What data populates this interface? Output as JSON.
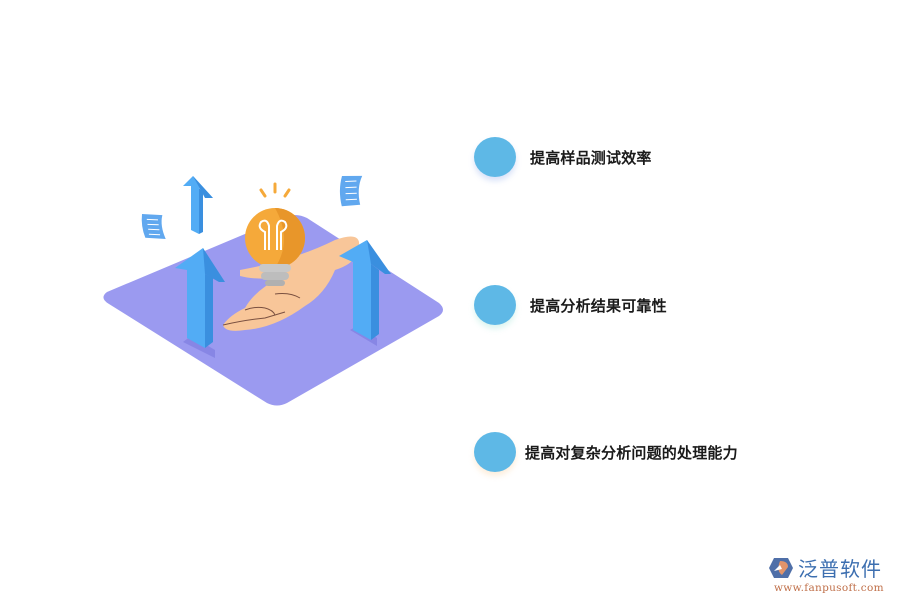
{
  "illustration": {
    "description": "isometric purple platform with hand holding a light bulb and blue up-arrows",
    "icons": [
      "platform",
      "light-bulb-icon",
      "hand",
      "up-arrow-icon",
      "document-icon"
    ],
    "colors": {
      "platform": "#9b9af0",
      "arrow": "#52acf5",
      "arrow_shade": "#3a8fdf",
      "bulb": "#f5a93a",
      "bulb_shade": "#e8962a",
      "bulb_base": "#c8c8c8",
      "hand": "#f8c699",
      "paper": "#61a8ef"
    }
  },
  "items": [
    {
      "label": "提高样品测试效率",
      "dot_color": "#5eb8e6"
    },
    {
      "label": "提高分析结果可靠性",
      "dot_color": "#5eb8e6"
    },
    {
      "label": "提高对复杂分析问题的处理能力",
      "dot_color": "#5eb8e6"
    }
  ],
  "brand": {
    "name": "泛普软件",
    "url": "www.fanpusoft.com",
    "logo_colors": {
      "primary": "#4f6fa8",
      "accent": "#e2946a"
    }
  }
}
